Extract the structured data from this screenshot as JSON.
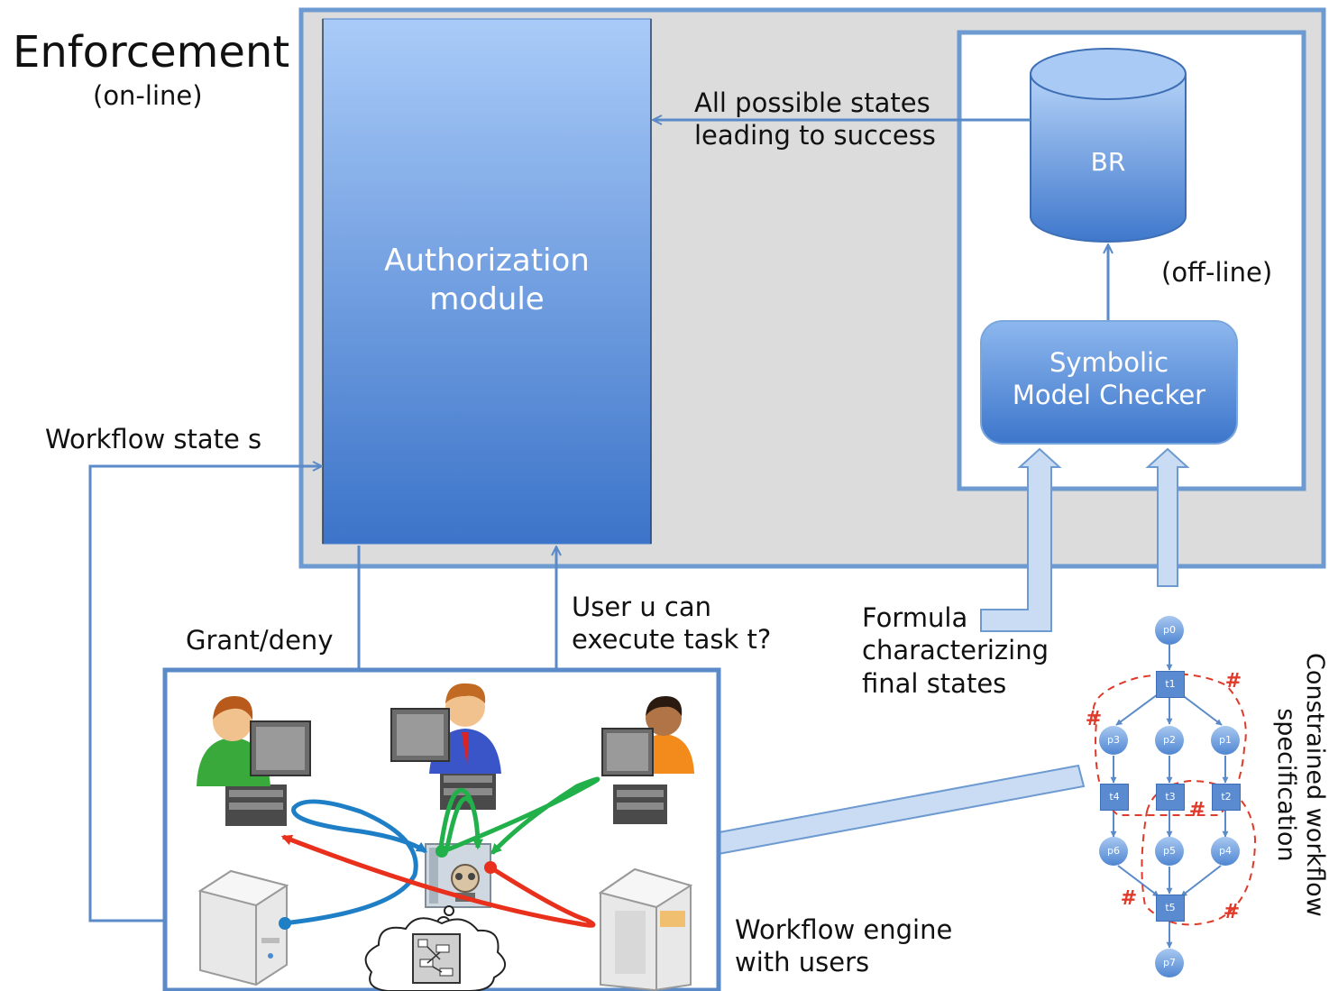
{
  "title": "Enforcement",
  "title_sub": "(on-line)",
  "offline_label": "(off-line)",
  "auth_module": {
    "line1": "Authorization",
    "line2": "module"
  },
  "br_label": "BR",
  "model_checker": {
    "line1": "Symbolic",
    "line2": "Model Checker"
  },
  "br_arrow_label": {
    "line1": "All possible states",
    "line2": "leading to success"
  },
  "workflow_state_label": "Workflow state s",
  "grant_deny_label": "Grant/deny",
  "query_label": {
    "line1": "User u can",
    "line2": "execute task t?"
  },
  "formula_label": {
    "line1": "Formula",
    "line2": "characterizing",
    "line3": "final states"
  },
  "spec_label": {
    "line1": "Constrained workflow",
    "line2": "specification"
  },
  "engine_label": {
    "line1": "Workflow engine",
    "line2": "with users"
  },
  "petri_net": {
    "places": [
      "p0",
      "p1",
      "p2",
      "p3",
      "p4",
      "p5",
      "p6",
      "p7"
    ],
    "transitions": [
      "t1",
      "t2",
      "t3",
      "t4",
      "t5"
    ]
  },
  "colors": {
    "frame": "#6d9ad0",
    "module_top": "#a7c8f6",
    "module_bottom": "#3f78cc",
    "gray_bg": "#dcdcdc",
    "arrow": "#5a8ac8",
    "constraint": "#e03a2a",
    "green": "#22b04b",
    "blue": "#1f7fc6",
    "red": "#e8301c"
  }
}
